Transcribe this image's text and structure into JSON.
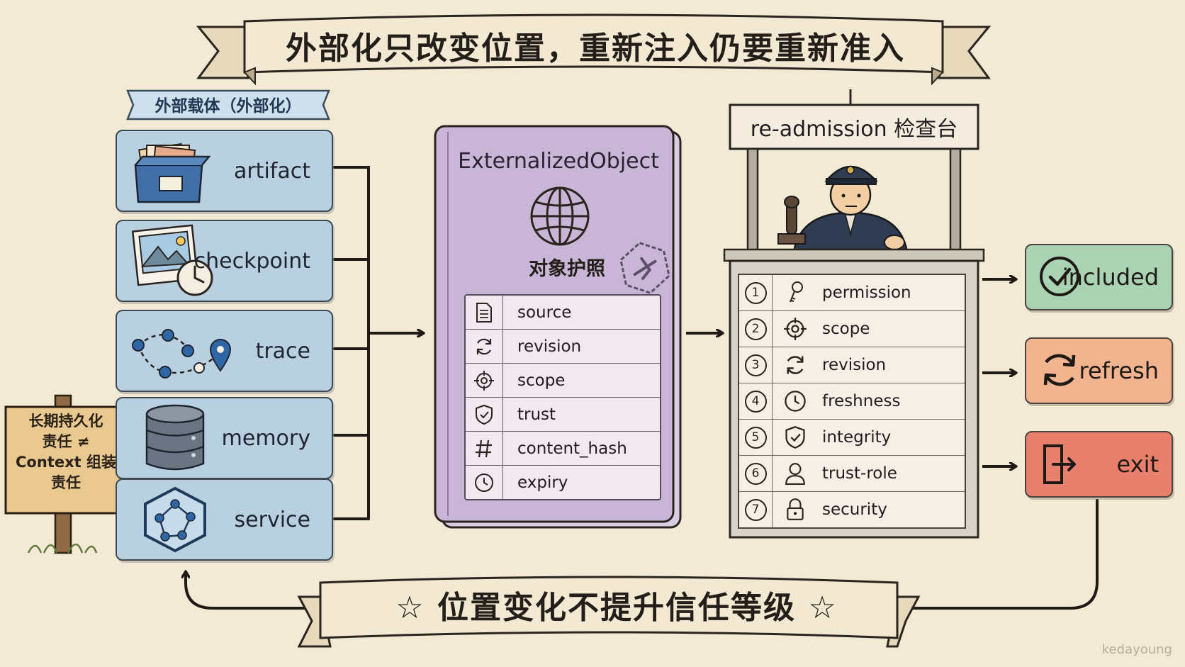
{
  "title": "外部化只改变位置，重新注入仍要重新准入",
  "source_group": {
    "label": "外部载体（外部化）",
    "items": [
      {
        "label": "artifact",
        "icon": "file-box-icon"
      },
      {
        "label": "checkpoint",
        "icon": "photo-clock-icon"
      },
      {
        "label": "trace",
        "icon": "path-pin-icon"
      },
      {
        "label": "memory",
        "icon": "database-icon"
      },
      {
        "label": "service",
        "icon": "hexagon-network-icon"
      }
    ]
  },
  "passport": {
    "title": "ExternalizedObject",
    "subtitle": "对象护照",
    "fields": [
      {
        "label": "source",
        "icon": "document-icon"
      },
      {
        "label": "revision",
        "icon": "refresh-icon"
      },
      {
        "label": "scope",
        "icon": "crosshair-icon"
      },
      {
        "label": "trust",
        "icon": "shield-icon"
      },
      {
        "label": "content_hash",
        "icon": "hash-icon"
      },
      {
        "label": "expiry",
        "icon": "clock-icon"
      }
    ]
  },
  "checkpoint_booth": {
    "label": "re-admission 检查台",
    "checks": [
      {
        "num": "1",
        "label": "permission",
        "icon": "key-icon"
      },
      {
        "num": "2",
        "label": "scope",
        "icon": "crosshair-icon"
      },
      {
        "num": "3",
        "label": "revision",
        "icon": "refresh-icon"
      },
      {
        "num": "4",
        "label": "freshness",
        "icon": "clock-icon"
      },
      {
        "num": "5",
        "label": "integrity",
        "icon": "shield-check-icon"
      },
      {
        "num": "6",
        "label": "trust-role",
        "icon": "user-icon"
      },
      {
        "num": "7",
        "label": "security",
        "icon": "lock-icon"
      }
    ]
  },
  "outcomes": [
    {
      "label": "included",
      "icon": "check-circle-icon",
      "color": "#a9d3b3"
    },
    {
      "label": "refresh",
      "icon": "refresh-icon",
      "color": "#f2b48f"
    },
    {
      "label": "exit",
      "icon": "exit-door-icon",
      "color": "#e9806e"
    }
  ],
  "signpost": {
    "lines": [
      "长期持久化",
      "责任 ≠",
      "Context 组装",
      "责任"
    ]
  },
  "bottom_banner": "☆ 位置变化不提升信任等级 ☆",
  "watermark": "kedayoung",
  "colors": {
    "background": "#f3ead6",
    "source_card": "#b9d0e0",
    "passport": "#c9b5d6",
    "ink": "#2b2520"
  }
}
